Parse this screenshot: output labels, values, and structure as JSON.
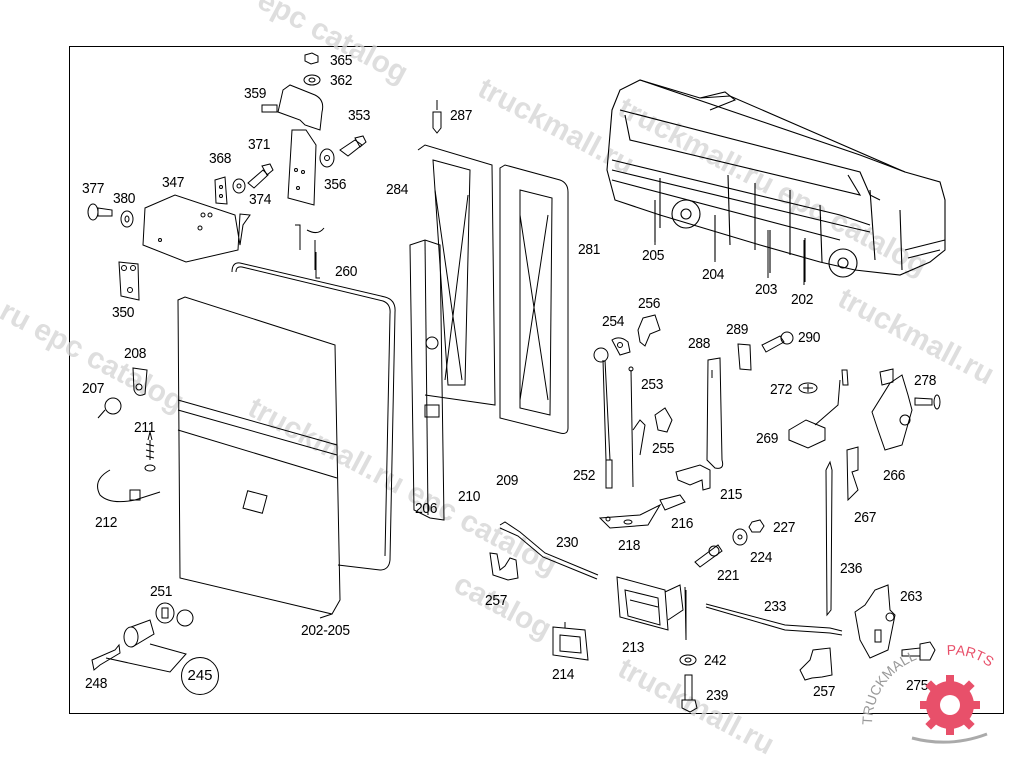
{
  "diagram": {
    "title": "Luggage compartment flap / side flap assembly",
    "frame_color": "#000000",
    "line_color": "#000000"
  },
  "labels": {
    "l365": "365",
    "l362": "362",
    "l359": "359",
    "l353": "353",
    "l371": "371",
    "l368": "368",
    "l374": "374",
    "l356": "356",
    "l377": "377",
    "l380": "380",
    "l347": "347",
    "l350": "350",
    "l260": "260",
    "l287": "287",
    "l284": "284",
    "l281": "281",
    "l205": "205",
    "l204": "204",
    "l203": "203",
    "l202": "202",
    "l208": "208",
    "l207": "207",
    "l211": "211",
    "l212": "212",
    "l206": "206",
    "l210": "210",
    "l209": "209",
    "l256": "256",
    "l254": "254",
    "l253": "253",
    "l255": "255",
    "l252": "252",
    "l288": "288",
    "l289": "289",
    "l290": "290",
    "l272": "272",
    "l269": "269",
    "l278": "278",
    "l266": "266",
    "l267": "267",
    "l215": "215",
    "l216": "216",
    "l218": "218",
    "l227": "227",
    "l224": "224",
    "l221": "221",
    "l230": "230",
    "l236": "236",
    "l233": "233",
    "l263": "263",
    "l257a": "257",
    "l257b": "257",
    "l213": "213",
    "l214": "214",
    "l242": "242",
    "l239": "239",
    "l275": "275",
    "l251": "251",
    "l248": "248",
    "l245": "245",
    "l202_205": "202-205"
  },
  "watermarks": {
    "w1": "epc catalog",
    "w2": "truckmall.ru",
    "w3": "truckmall.ru epc catalog",
    "w4": "ru epc catalog",
    "w5": "truckmall.ru",
    "w6": "truckmall.ru epc catalog",
    "w7": "catalog",
    "w8": "truckmall.ru"
  },
  "logo": {
    "text_left": "TRUCKMALL",
    "text_right": "PARTS",
    "accent_color": "#e8506a",
    "gray_color": "#aaaaaa"
  }
}
